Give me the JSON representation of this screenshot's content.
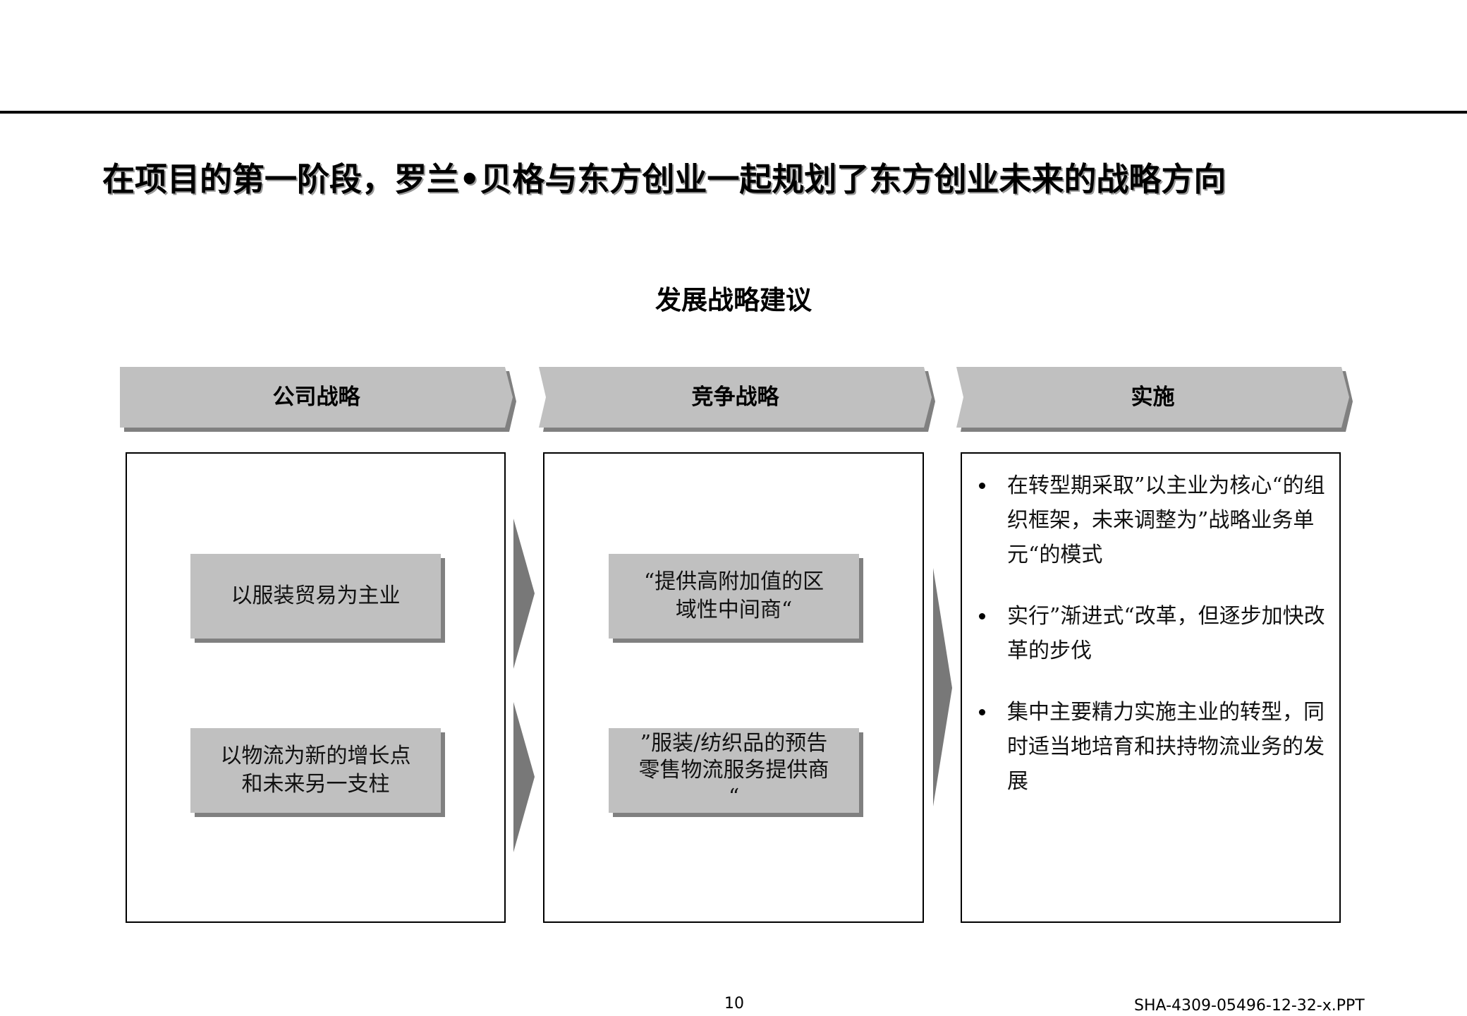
{
  "slide": {
    "title": "在项目的第一阶段，罗兰•贝格与东方创业一起规划了东方创业未来的战略方向",
    "subtitle": "发展战略建议",
    "page_number": "10",
    "document_id": "SHA-4309-05496-12-32-x.PPT"
  },
  "stages": [
    {
      "label": "公司战略"
    },
    {
      "label": "竞争战略"
    },
    {
      "label": "实施"
    }
  ],
  "corporate_strategy": {
    "items": [
      {
        "line1": "以服装贸易为主业",
        "line2": ""
      },
      {
        "line1": "以物流为新的增长点",
        "line2": "和未来另一支柱"
      }
    ]
  },
  "competitive_strategy": {
    "items": [
      {
        "line1": "“提供高附加值的区",
        "line2": "域性中间商“",
        "line3": ""
      },
      {
        "line1": "”服装/纺织品的预告",
        "line2": "零售物流服务提供商",
        "line3": "“"
      }
    ]
  },
  "implementation": {
    "bullets": [
      "在转型期采取”以主业为核心“的组织框架，未来调整为”战略业务单元“的模式",
      "实行”渐进式“改革，但逐步加快改革的步伐",
      "集中主要精力实施主业的转型，同时适当地培育和扶持物流业务的发展"
    ]
  },
  "colors": {
    "box_fill": "#c0c0c0",
    "box_shadow": "#808080",
    "arrow_fill": "#787878",
    "rule": "#000000"
  }
}
